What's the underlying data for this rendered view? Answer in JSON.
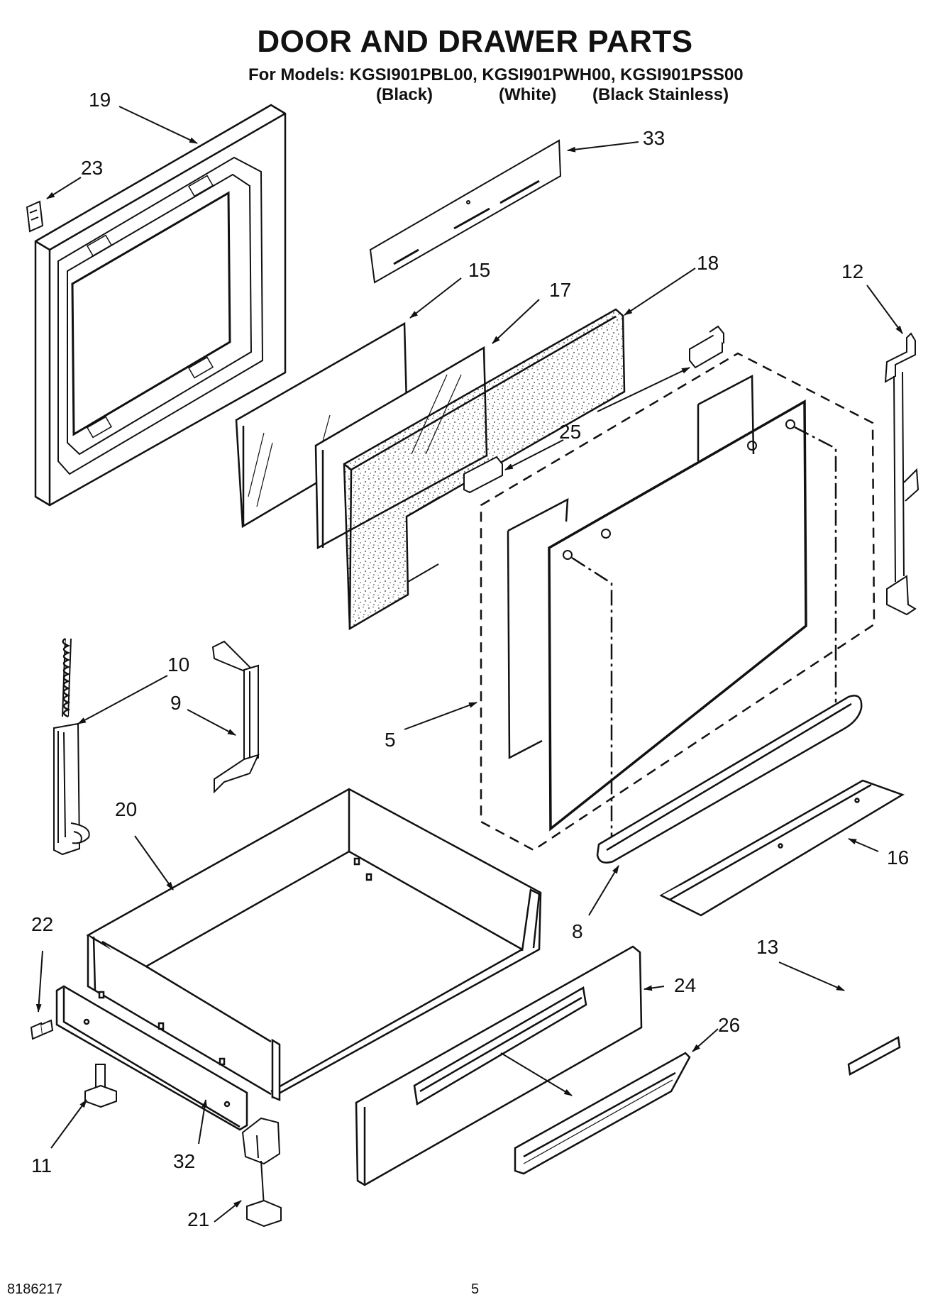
{
  "header": {
    "title": "DOOR AND DRAWER PARTS",
    "models": "For Models: KGSI901PBL00, KGSI901PWH00, KGSI901PSS00",
    "variants": [
      "(Black)",
      "(White)",
      "(Black Stainless)"
    ]
  },
  "callouts": {
    "c19": "19",
    "c23": "23",
    "c33": "33",
    "c15": "15",
    "c17": "17",
    "c18": "18",
    "c12": "12",
    "c25": "25",
    "c10": "10",
    "c9": "9",
    "c5": "5",
    "c20": "20",
    "c22": "22",
    "c8": "8",
    "c16": "16",
    "c13": "13",
    "c24": "24",
    "c26": "26",
    "c11": "11",
    "c32": "32",
    "c21": "21"
  },
  "footer": {
    "doc_number": "8186217",
    "page_number": "5"
  }
}
